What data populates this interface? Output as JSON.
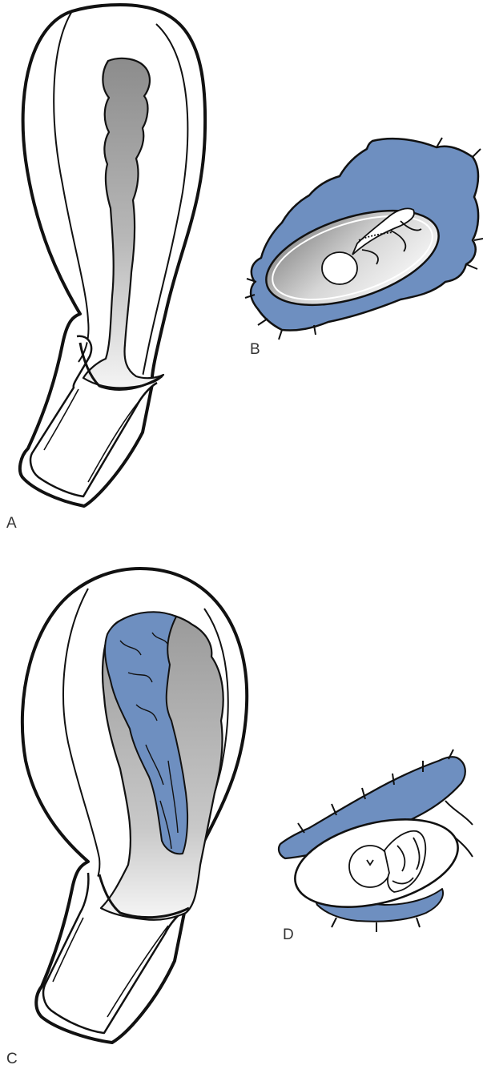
{
  "panels": {
    "a": {
      "label": "A"
    },
    "b": {
      "label": "B"
    },
    "c": {
      "label": "C"
    },
    "d": {
      "label": "D"
    }
  },
  "colors": {
    "outline": "#111111",
    "tissue_blue": "#6e8fc0",
    "cavity_gray": "#a9a9a9",
    "cavity_light": "#f2f2f2",
    "background": "#ffffff"
  }
}
